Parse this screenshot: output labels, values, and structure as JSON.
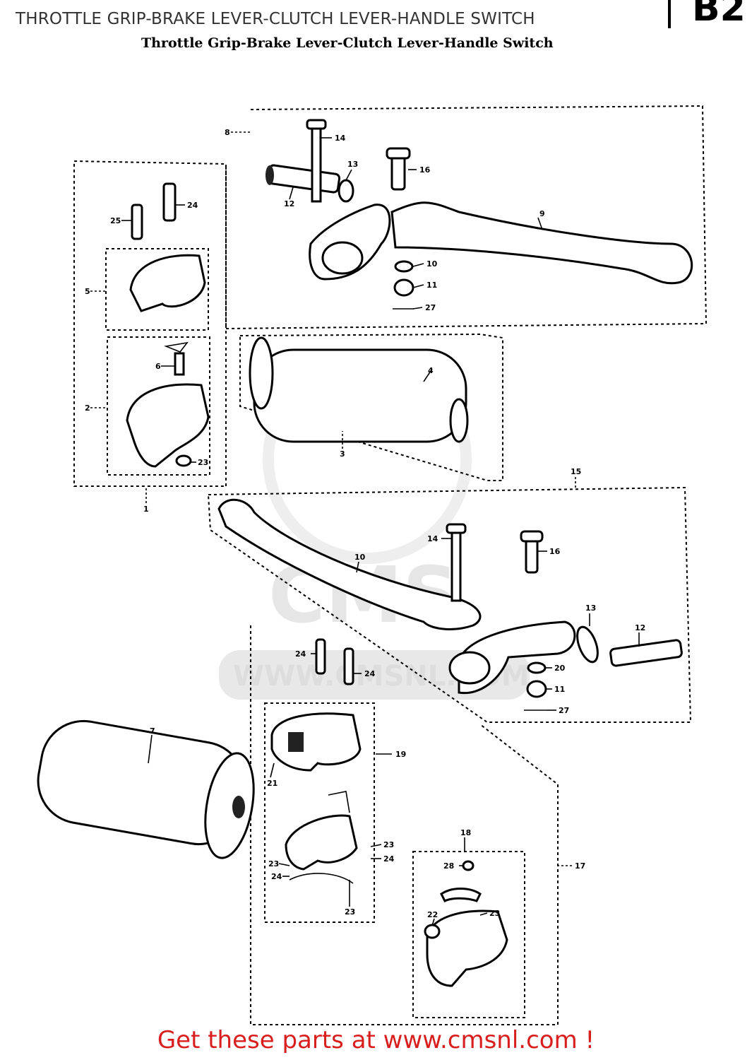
{
  "header": {
    "title": "THROTTLE GRIP-BRAKE LEVER-CLUTCH LEVER-HANDLE SWITCH",
    "subtitle": "Throttle Grip-Brake Lever-Clutch Lever-Handle Switch",
    "page_code": "B2"
  },
  "callouts": {
    "c1": "1",
    "c2": "2",
    "c3": "3",
    "c4": "4",
    "c5": "5",
    "c6": "6",
    "c7": "7",
    "c8": "8",
    "c9": "9",
    "c10a": "10",
    "c10b": "10",
    "c11a": "11",
    "c11b": "11",
    "c12a": "12",
    "c12b": "12",
    "c13a": "13",
    "c13b": "13",
    "c14a": "14",
    "c14b": "14",
    "c15": "15",
    "c16a": "16",
    "c16b": "16",
    "c17": "17",
    "c18": "18",
    "c19": "19",
    "c20": "20",
    "c21": "21",
    "c22": "22",
    "c23a": "23",
    "c23b": "23",
    "c23c": "23",
    "c23d": "23",
    "c23e": "23",
    "c24a": "24",
    "c24b": "24",
    "c24c": "24",
    "c24d": "24",
    "c24e": "24",
    "c25": "25",
    "c27a": "27",
    "c27b": "27",
    "c28": "28"
  },
  "watermark": {
    "brand": "CMS",
    "site": "WWW.CMSNL.COM"
  },
  "footer": {
    "cta": "Get these parts at www.cmsnl.com !"
  },
  "colors": {
    "cta": "#d91e1e",
    "ink": "#000000",
    "watermark": "#e8e8e8"
  }
}
